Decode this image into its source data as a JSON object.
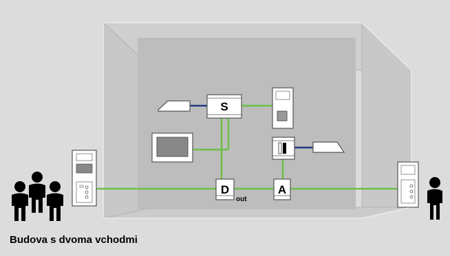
{
  "caption": "Budova s dvoma vchodmi",
  "modules": {
    "s": "S",
    "d": "D",
    "a": "A",
    "out": "out"
  },
  "colors": {
    "background": "#dcdcdc",
    "room_back": "#bdbdbd",
    "room_side": "#c9c9c9",
    "bus_green": "#6cbf4a",
    "link_blue": "#1f3a80",
    "device": "#ffffff",
    "outline": "#555555",
    "people": "#000000"
  },
  "icons": {
    "people_group": "people-group-icon",
    "person": "person-icon",
    "door_panel_left": "outdoor-station-icon",
    "door_panel_right": "outdoor-station-icon",
    "monitor": "video-monitor-icon",
    "handset": "audio-handset-icon",
    "relay": "relay-module-icon",
    "power_supply": "power-supply-icon"
  }
}
